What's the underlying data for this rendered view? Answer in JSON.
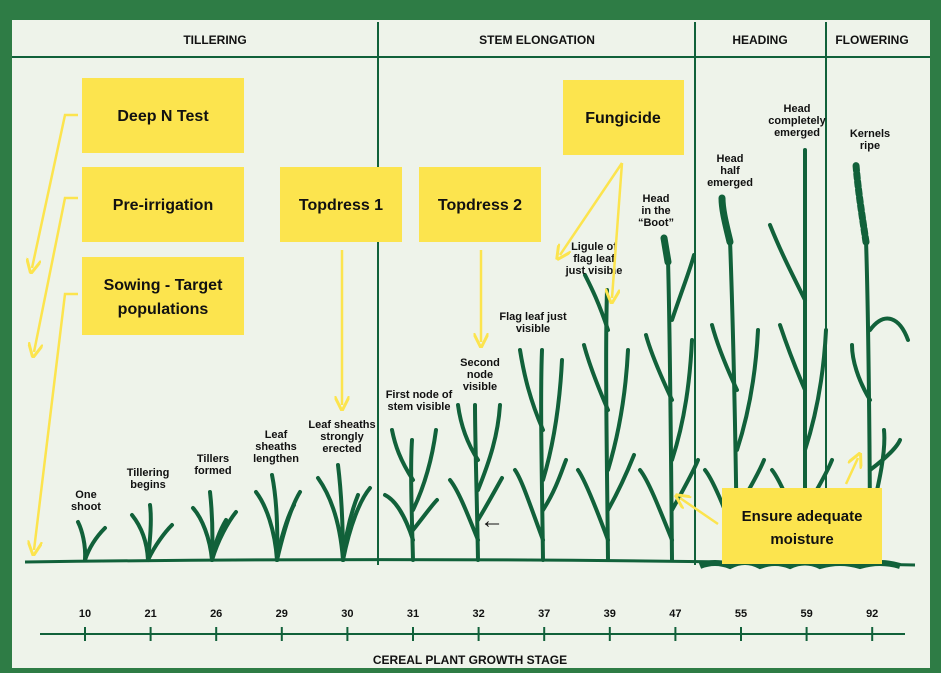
{
  "colors": {
    "frame": "#2e7c45",
    "panel": "#eef3ea",
    "plant": "#11613a",
    "box": "#fce44e",
    "arrow": "#fce44e",
    "text": "#111111"
  },
  "stages": [
    {
      "label": "TILLERING"
    },
    {
      "label": "STEM ELONGATION"
    },
    {
      "label": "HEADING"
    },
    {
      "label": "FLOWERING"
    }
  ],
  "plant_labels": [
    {
      "lines": [
        "One",
        "shoot"
      ]
    },
    {
      "lines": [
        "Tillering",
        "begins"
      ]
    },
    {
      "lines": [
        "Tillers",
        "formed"
      ]
    },
    {
      "lines": [
        "Leaf",
        "sheaths",
        "lengthen"
      ]
    },
    {
      "lines": [
        "Leaf sheaths",
        "strongly",
        "erected"
      ]
    },
    {
      "lines": [
        "First node of",
        "stem visible"
      ]
    },
    {
      "lines": [
        "Second",
        "node",
        "visible"
      ]
    },
    {
      "lines": [
        "Flag leaf just",
        "visible"
      ]
    },
    {
      "lines": [
        "Ligule of",
        "flag leaf",
        "just visible"
      ]
    },
    {
      "lines": [
        "Head",
        "in the",
        "“Boot”"
      ]
    },
    {
      "lines": [
        "Head",
        "half",
        "emerged"
      ]
    },
    {
      "lines": [
        "Head",
        "completely",
        "emerged"
      ]
    },
    {
      "lines": [
        "Kernels",
        "ripe"
      ]
    }
  ],
  "boxes": {
    "deep_n": "Deep N Test",
    "pre_irrigation": "Pre-irrigation",
    "sowing_1": "Sowing - Target",
    "sowing_2": "populations",
    "topdress1": "Topdress 1",
    "topdress2": "Topdress 2",
    "fungicide": "Fungicide",
    "moisture_1": "Ensure adequate",
    "moisture_2": "moisture"
  },
  "ticks": [
    "10",
    "21",
    "26",
    "29",
    "30",
    "31",
    "32",
    "37",
    "39",
    "47",
    "55",
    "59",
    "92"
  ],
  "left_arrow_glyph": "←",
  "x_axis_title": "CEREAL PLANT GROWTH STAGE"
}
